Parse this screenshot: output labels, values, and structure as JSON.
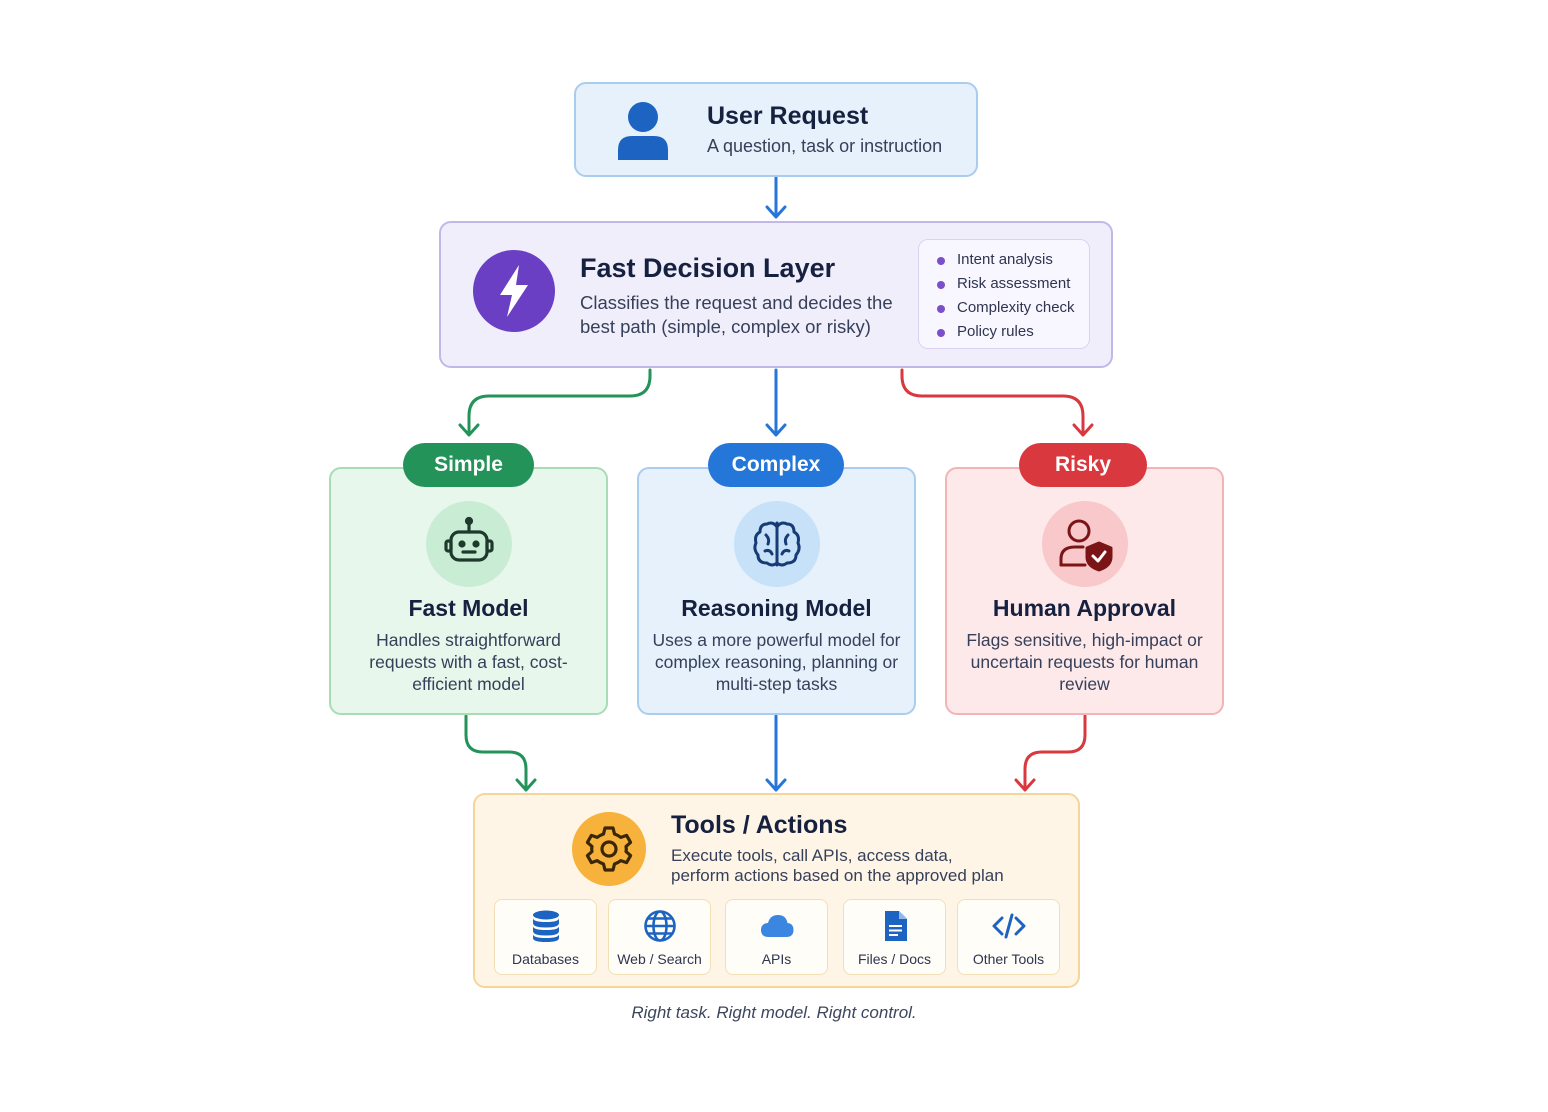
{
  "user_request": {
    "title": "User Request",
    "subtitle": "A question, task or instruction"
  },
  "decision_layer": {
    "title": "Fast Decision Layer",
    "subtitle": "Classifies the request and decides the best path (simple, complex or risky)",
    "checks": [
      "Intent analysis",
      "Risk assessment",
      "Complexity check",
      "Policy rules"
    ]
  },
  "branches": [
    {
      "tag": "Simple",
      "title": "Fast Model",
      "description": "Handles straightforward requests with a fast, cost-efficient model",
      "icon": "robot-icon",
      "color": "#23935a"
    },
    {
      "tag": "Complex",
      "title": "Reasoning Model",
      "description": "Uses a more powerful model for complex reasoning, planning or multi-step tasks",
      "icon": "brain-icon",
      "color": "#2476d8"
    },
    {
      "tag": "Risky",
      "title": "Human Approval",
      "description": "Flags sensitive, high-impact or uncertain requests for human review",
      "icon": "user-shield-icon",
      "color": "#d8383e"
    }
  ],
  "tools": {
    "title": "Tools / Actions",
    "subtitle": "Execute tools, call APIs, access data, perform actions based on the approved plan",
    "items": [
      {
        "label": "Databases",
        "icon": "database-icon"
      },
      {
        "label": "Web / Search",
        "icon": "globe-icon"
      },
      {
        "label": "APIs",
        "icon": "cloud-icon"
      },
      {
        "label": "Files / Docs",
        "icon": "document-icon"
      },
      {
        "label": "Other Tools",
        "icon": "code-icon"
      }
    ]
  },
  "tagline": "Right task. Right model. Right control."
}
